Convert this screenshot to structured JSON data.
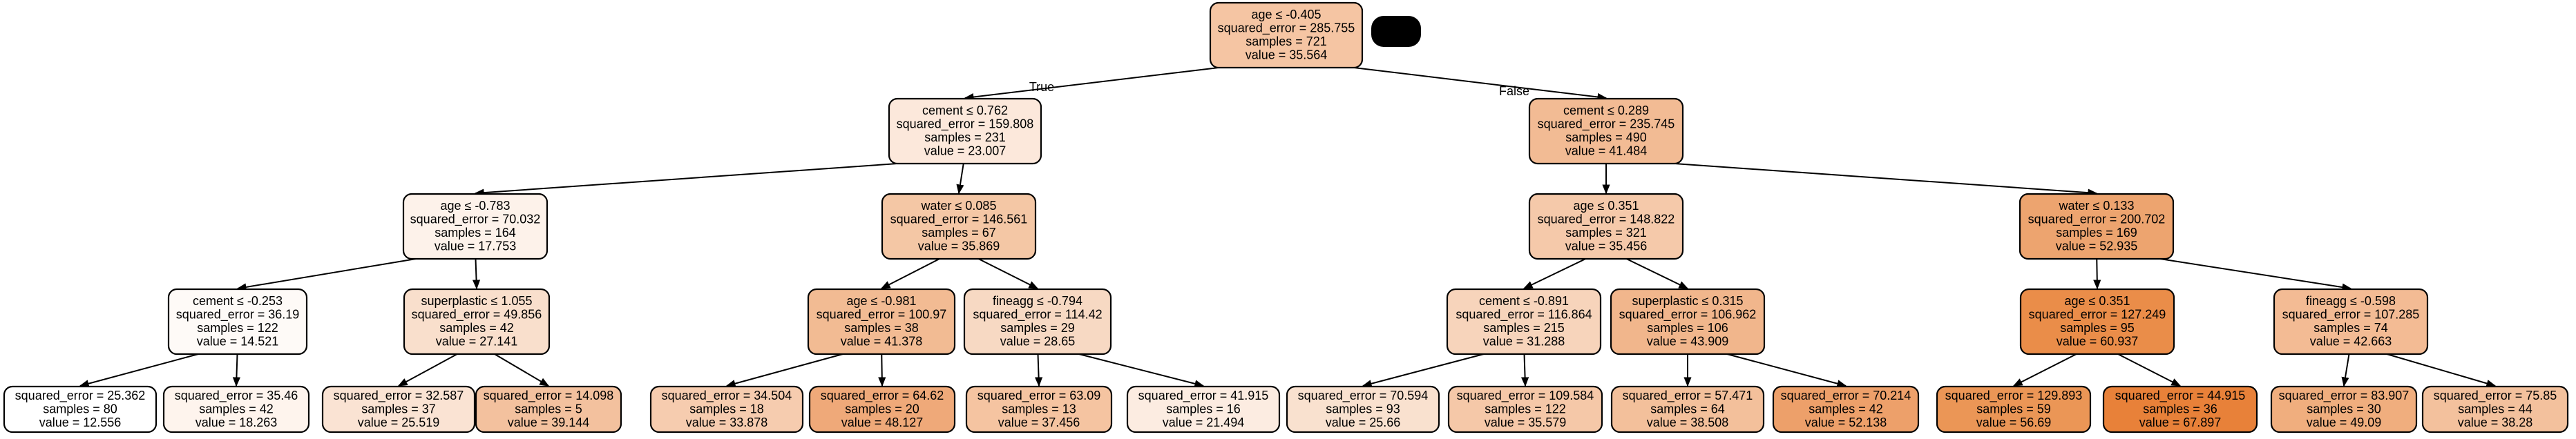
{
  "root_labels": {
    "true": "True",
    "false": "False"
  },
  "nodes": [
    {
      "id": "n0",
      "lines": [
        "age ≤ -0.405",
        "squared_error = 285.755",
        "samples = 721",
        "value = 35.564"
      ],
      "fill": "#f5c5a3"
    },
    {
      "id": "n1",
      "lines": [
        "cement ≤ 0.762",
        "squared_error = 159.808",
        "samples = 231",
        "value = 23.007"
      ],
      "fill": "#fce8db"
    },
    {
      "id": "n2",
      "lines": [
        "cement ≤ 0.289",
        "squared_error = 235.745",
        "samples = 490",
        "value = 41.484"
      ],
      "fill": "#f2bb94"
    },
    {
      "id": "n3",
      "lines": [
        "age ≤ -0.783",
        "squared_error = 70.032",
        "samples = 164",
        "value = 17.753"
      ],
      "fill": "#fdf2ea"
    },
    {
      "id": "n4",
      "lines": [
        "water ≤ 0.085",
        "squared_error = 146.561",
        "samples = 67",
        "value = 35.869"
      ],
      "fill": "#f4c7a5"
    },
    {
      "id": "n5",
      "lines": [
        "age ≤ 0.351",
        "squared_error = 148.822",
        "samples = 321",
        "value = 35.456"
      ],
      "fill": "#f5c9aa"
    },
    {
      "id": "n6",
      "lines": [
        "water ≤ 0.133",
        "squared_error = 200.702",
        "samples = 169",
        "value = 52.935"
      ],
      "fill": "#eda46f"
    },
    {
      "id": "n7",
      "lines": [
        "cement ≤ -0.253",
        "squared_error = 36.19",
        "samples = 122",
        "value = 14.521"
      ],
      "fill": "#fefaf7"
    },
    {
      "id": "n8",
      "lines": [
        "superplastic ≤ 1.055",
        "squared_error = 49.856",
        "samples = 42",
        "value = 27.141"
      ],
      "fill": "#f9dfcc"
    },
    {
      "id": "n9",
      "lines": [
        "age ≤ -0.981",
        "squared_error = 100.97",
        "samples = 38",
        "value = 41.378"
      ],
      "fill": "#f2bb93"
    },
    {
      "id": "n10",
      "lines": [
        "fineagg ≤ -0.794",
        "squared_error = 114.42",
        "samples = 29",
        "value = 28.65"
      ],
      "fill": "#f7d9c3"
    },
    {
      "id": "n11",
      "lines": [
        "cement ≤ -0.891",
        "squared_error = 116.864",
        "samples = 215",
        "value = 31.288"
      ],
      "fill": "#f7d4bb"
    },
    {
      "id": "n12",
      "lines": [
        "superplastic ≤ 0.315",
        "squared_error = 106.962",
        "samples = 106",
        "value = 43.909"
      ],
      "fill": "#f1b68c"
    },
    {
      "id": "n13",
      "lines": [
        "age ≤ 0.351",
        "squared_error = 127.249",
        "samples = 95",
        "value = 60.937"
      ],
      "fill": "#ea8d49"
    },
    {
      "id": "n14",
      "lines": [
        "fineagg ≤ -0.598",
        "squared_error = 107.285",
        "samples = 74",
        "value = 42.663"
      ],
      "fill": "#f3bb94"
    },
    {
      "id": "n15",
      "lines": [
        "squared_error = 25.362",
        "samples = 80",
        "value = 12.556"
      ],
      "fill": "#ffffff"
    },
    {
      "id": "n16",
      "lines": [
        "squared_error = 35.46",
        "samples = 42",
        "value = 18.263"
      ],
      "fill": "#fef4ed"
    },
    {
      "id": "n17",
      "lines": [
        "squared_error = 32.587",
        "samples = 37",
        "value = 25.519"
      ],
      "fill": "#fae3d3"
    },
    {
      "id": "n18",
      "lines": [
        "squared_error = 14.098",
        "samples = 5",
        "value = 39.144"
      ],
      "fill": "#f3c19e"
    },
    {
      "id": "n19",
      "lines": [
        "squared_error = 34.504",
        "samples = 18",
        "value = 33.878"
      ],
      "fill": "#f6ccaf"
    },
    {
      "id": "n20",
      "lines": [
        "squared_error = 64.62",
        "samples = 20",
        "value = 48.127"
      ],
      "fill": "#efa979"
    },
    {
      "id": "n21",
      "lines": [
        "squared_error = 63.09",
        "samples = 13",
        "value = 37.456"
      ],
      "fill": "#f5c4a1"
    },
    {
      "id": "n22",
      "lines": [
        "squared_error = 41.915",
        "samples = 16",
        "value = 21.494"
      ],
      "fill": "#fcece1"
    },
    {
      "id": "n23",
      "lines": [
        "squared_error = 70.594",
        "samples = 93",
        "value = 25.66"
      ],
      "fill": "#f9e1cf"
    },
    {
      "id": "n24",
      "lines": [
        "squared_error = 109.584",
        "samples = 122",
        "value = 35.579"
      ],
      "fill": "#f5c8a8"
    },
    {
      "id": "n25",
      "lines": [
        "squared_error = 57.471",
        "samples = 64",
        "value = 38.508"
      ],
      "fill": "#f3c09b"
    },
    {
      "id": "n26",
      "lines": [
        "squared_error = 70.214",
        "samples = 42",
        "value = 52.138"
      ],
      "fill": "#eda06a"
    },
    {
      "id": "n27",
      "lines": [
        "squared_error = 129.893",
        "samples = 59",
        "value = 56.69"
      ],
      "fill": "#eb9656"
    },
    {
      "id": "n28",
      "lines": [
        "squared_error = 44.915",
        "samples = 36",
        "value = 67.897"
      ],
      "fill": "#e88139"
    },
    {
      "id": "n29",
      "lines": [
        "squared_error = 83.907",
        "samples = 30",
        "value = 49.09"
      ],
      "fill": "#f0ae7e"
    },
    {
      "id": "n30",
      "lines": [
        "squared_error = 75.85",
        "samples = 44",
        "value = 38.28"
      ],
      "fill": "#f3c19d"
    }
  ],
  "edges": [
    {
      "from": "n0",
      "to": "n1"
    },
    {
      "from": "n0",
      "to": "n2"
    },
    {
      "from": "n1",
      "to": "n3"
    },
    {
      "from": "n1",
      "to": "n4"
    },
    {
      "from": "n2",
      "to": "n5"
    },
    {
      "from": "n2",
      "to": "n6"
    },
    {
      "from": "n3",
      "to": "n7"
    },
    {
      "from": "n3",
      "to": "n8"
    },
    {
      "from": "n4",
      "to": "n9"
    },
    {
      "from": "n4",
      "to": "n10"
    },
    {
      "from": "n5",
      "to": "n11"
    },
    {
      "from": "n5",
      "to": "n12"
    },
    {
      "from": "n6",
      "to": "n13"
    },
    {
      "from": "n6",
      "to": "n14"
    },
    {
      "from": "n7",
      "to": "n15"
    },
    {
      "from": "n7",
      "to": "n16"
    },
    {
      "from": "n8",
      "to": "n17"
    },
    {
      "from": "n8",
      "to": "n18"
    },
    {
      "from": "n9",
      "to": "n19"
    },
    {
      "from": "n9",
      "to": "n20"
    },
    {
      "from": "n10",
      "to": "n21"
    },
    {
      "from": "n10",
      "to": "n22"
    },
    {
      "from": "n11",
      "to": "n23"
    },
    {
      "from": "n11",
      "to": "n24"
    },
    {
      "from": "n12",
      "to": "n25"
    },
    {
      "from": "n12",
      "to": "n26"
    },
    {
      "from": "n13",
      "to": "n27"
    },
    {
      "from": "n13",
      "to": "n28"
    },
    {
      "from": "n14",
      "to": "n29"
    },
    {
      "from": "n14",
      "to": "n30"
    }
  ]
}
